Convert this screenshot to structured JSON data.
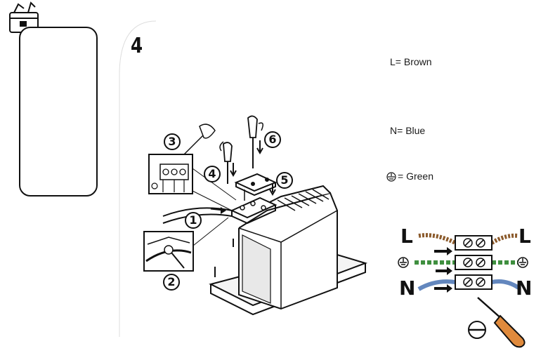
{
  "step": {
    "number": "4"
  },
  "wiring_legend": {
    "live": {
      "prefix": "L=",
      "color_name": "Brown",
      "color_hex": "#8b5a2b"
    },
    "neutral": {
      "prefix": "N=",
      "color_name": "Blue",
      "color_hex": "#2f5fa8"
    },
    "earth": {
      "prefix": "=",
      "color_name": "Green",
      "color_hex": "#3f8f3f"
    }
  },
  "callouts": [
    "1",
    "2",
    "3",
    "4",
    "5",
    "6"
  ],
  "terminal_block": {
    "left_labels": [
      "L",
      "N"
    ],
    "right_labels": [
      "L",
      "N"
    ]
  },
  "icons": {
    "toolbox": "toolbox-icon",
    "flat_screwdriver": "flat-screwdriver-icon",
    "phillips_screwdriver": "phillips-screwdriver-icon",
    "earth": "earth-ground-icon"
  }
}
